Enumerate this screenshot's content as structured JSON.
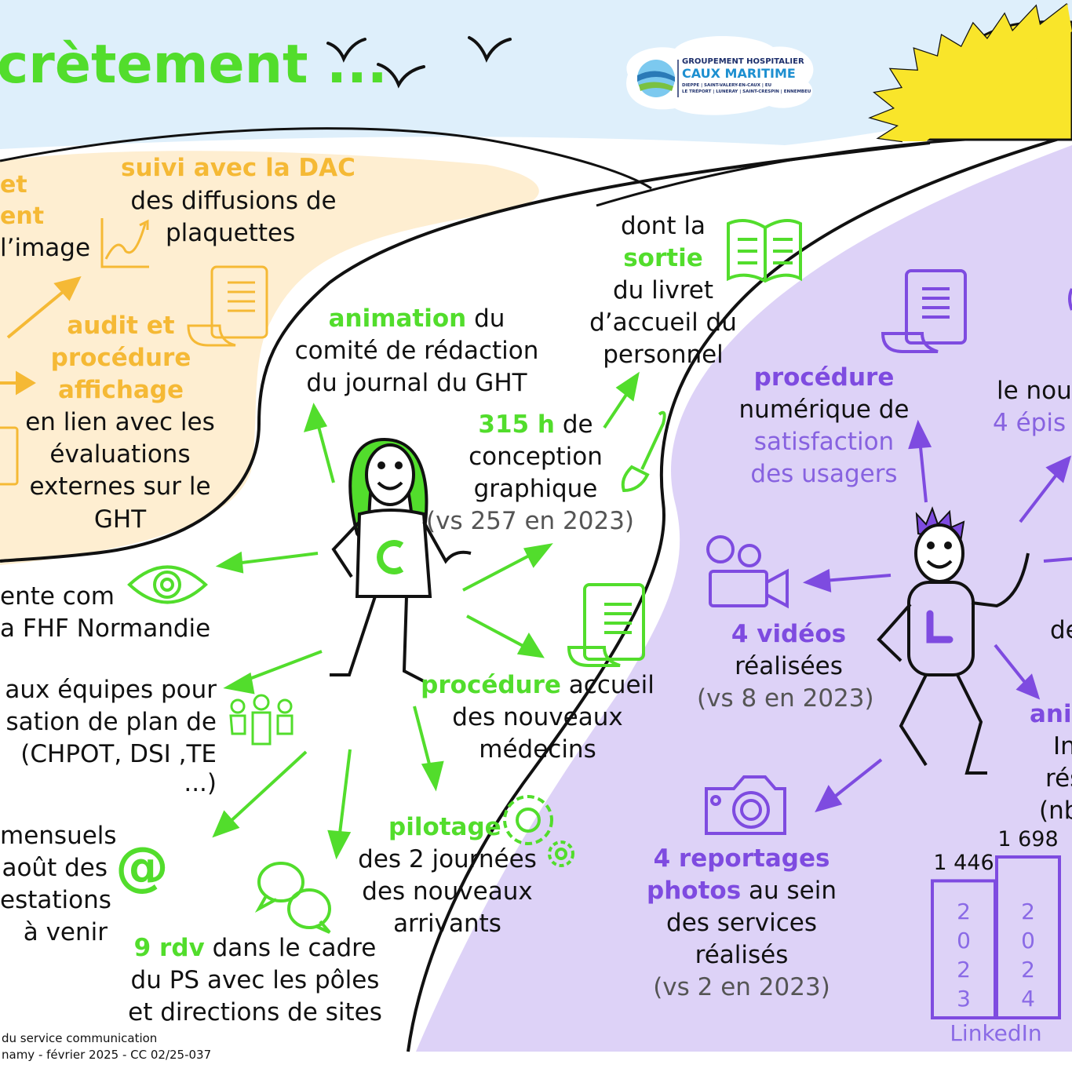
{
  "title": "crètement ...",
  "logo": {
    "line1": "GROUPEMENT HOSPITALIER",
    "line2": "CAUX MARITIME",
    "line3": "DIEPPE | SAINT-VALERY-EN-CAUX | EU",
    "line4": "LE TRÉPORT | LUNERAY | SAINT-CRESPIN | ENNEMBEU"
  },
  "left_zone": {
    "top_left": {
      "a": "et",
      "b": "ent",
      "c": "l’image"
    },
    "dac": {
      "highlight": "suivi avec la DAC",
      "rest1": "des diffusions de",
      "rest2": "plaquettes"
    },
    "audit": {
      "l1": "audit et",
      "l2": "procédure",
      "l3": "affichage",
      "r1": "en lien avec les",
      "r2": "évaluations",
      "r3": "externes sur le",
      "r4": "GHT"
    }
  },
  "center_zone": {
    "character_letter": "C",
    "animation": {
      "highlight": "animation",
      "rest0": " du",
      "rest1": "comité de rédaction",
      "rest2": "du journal du GHT"
    },
    "sortie": {
      "l1": "dont la",
      "highlight": "sortie",
      "l3": "du livret",
      "l4": "d’accueil du",
      "l5": "personnel"
    },
    "conception": {
      "highlight": "315 h",
      "rest0": " de",
      "rest1": "conception",
      "rest2": "graphique",
      "compare": "(vs 257 en 2023)"
    },
    "accueil": {
      "highlight": "procédure",
      "rest0": " accueil",
      "rest1": "des nouveaux",
      "rest2": "médecins"
    },
    "pilotage": {
      "highlight": "pilotage",
      "rest1": "des 2 journées",
      "rest2": "des nouveaux",
      "rest3": "arrivants"
    },
    "rdv": {
      "highlight": "9 rdv",
      "rest0": " dans le cadre",
      "rest1": "du PS avec les pôles",
      "rest2": "et directions de sites"
    },
    "fhf": {
      "l1": "ente com",
      "l2": "a FHF Normandie"
    },
    "equipes": {
      "l1": "aux équipes pour",
      "l2": "sation de plan de",
      "l3": "(CHPOT, DSI ,TE ...)"
    },
    "mensuels": {
      "l1": "mensuels",
      "l2": "août des",
      "l3": "estations",
      "l4": "à venir"
    },
    "at_sign": "@"
  },
  "right_zone": {
    "character_letter": "L",
    "satisfaction": {
      "highlight": "procédure",
      "rest1": "numérique de",
      "rest2": "satisfaction",
      "rest3": "des usagers"
    },
    "episodes": {
      "l1": "le nou",
      "l2": "4 épis"
    },
    "videos": {
      "highlight": "4 vidéos",
      "rest1": "réalisées",
      "compare": "(vs 8 en 2023)"
    },
    "partial_right": {
      "de": "de",
      "ani": "ani",
      "in": "In",
      "res": "rés",
      "nb": "(nb"
    },
    "reportages": {
      "h1": "4 reportages",
      "h2": "photos",
      "rest0": " au sein",
      "rest1": "des services",
      "rest2": "réalisés",
      "compare": "(vs 2 en 2023)"
    }
  },
  "footer": {
    "l1": "du service communication",
    "l2": "namy - février 2025 - CC 02/25-037"
  },
  "chart_data": {
    "type": "bar",
    "categories": [
      "2023",
      "2024"
    ],
    "values": [
      1446,
      1698
    ],
    "labels": [
      "1 446",
      "1 698"
    ],
    "xlabel": "LinkedIn",
    "ylim": [
      0,
      1698
    ],
    "color": "#7e4be0"
  },
  "colors": {
    "green": "#52dd2c",
    "orange": "#f5b935",
    "purple": "#7e4be0",
    "lavender": "#ddd2f7",
    "sky": "#deeffb",
    "sun": "#f9e52a"
  }
}
